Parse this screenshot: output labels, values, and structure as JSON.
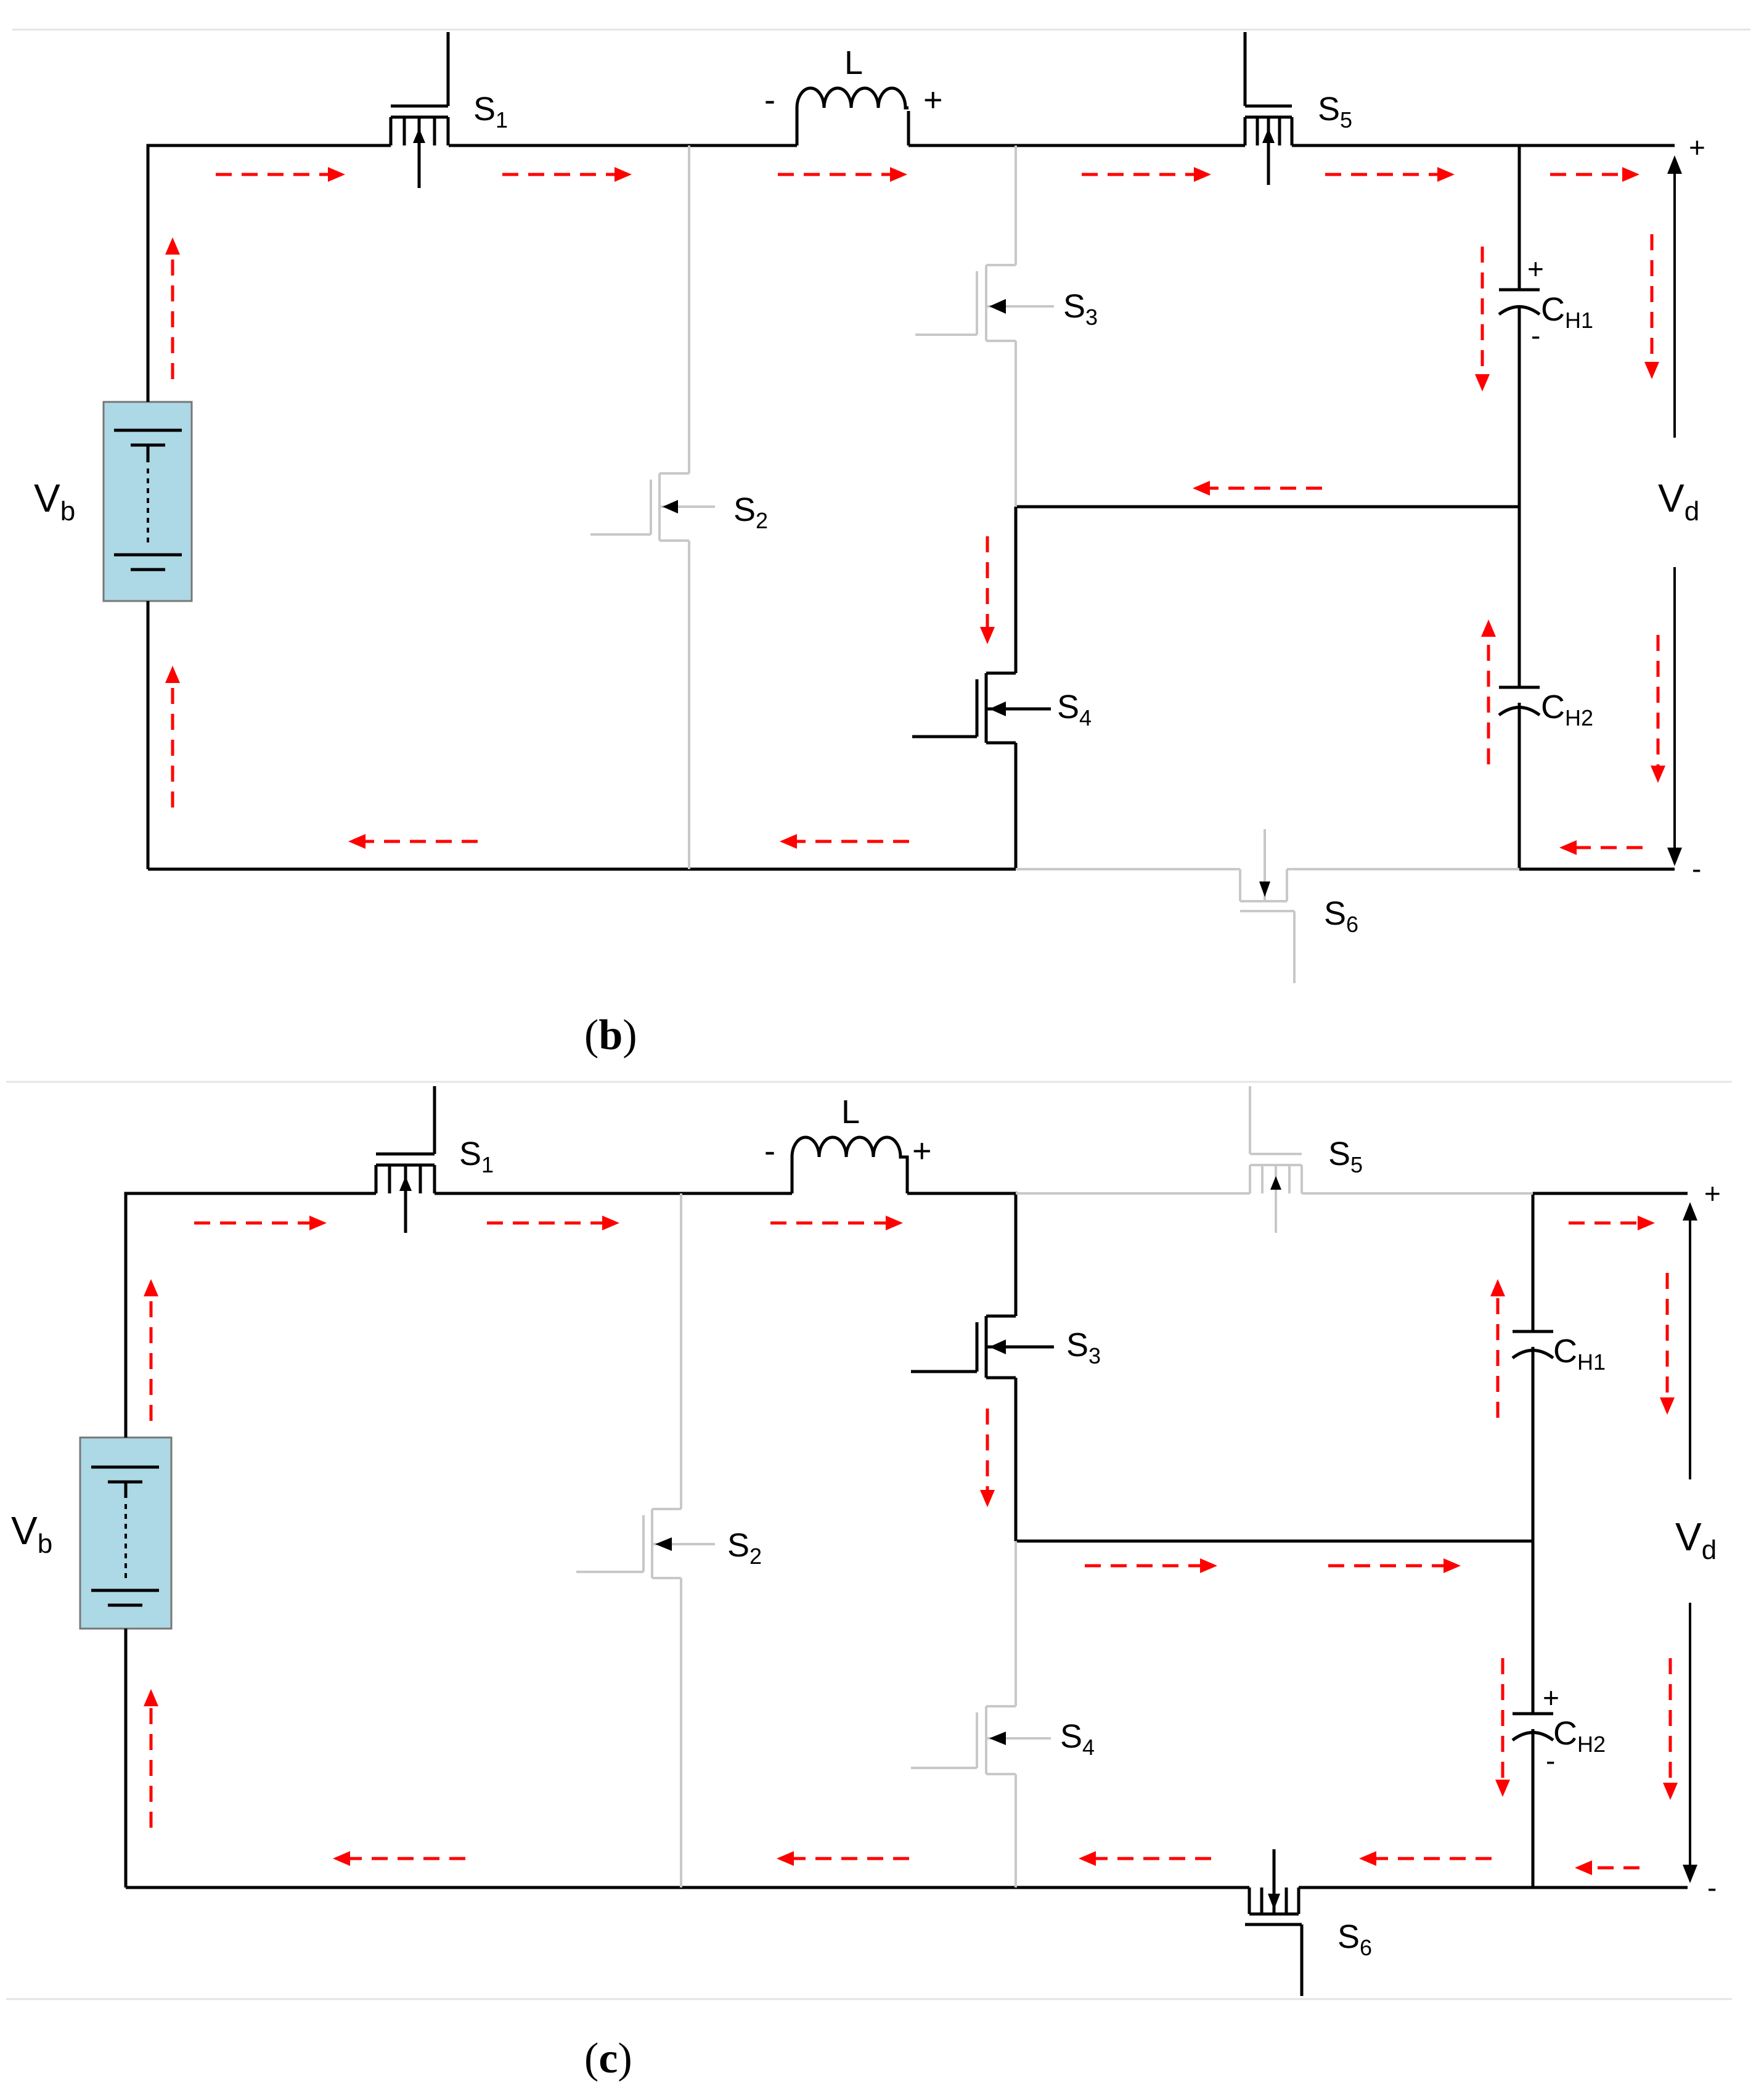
{
  "colors": {
    "active": "#000000",
    "inactive": "#c8c8c8",
    "flow": "#ff0000",
    "battery_fill": "#add8e6"
  },
  "panel_b": {
    "caption_letter": "b",
    "labels": {
      "s1": "S",
      "s1_sub": "1",
      "s2": "S",
      "s2_sub": "2",
      "s3": "S",
      "s3_sub": "3",
      "s4": "S",
      "s4_sub": "4",
      "s5": "S",
      "s5_sub": "5",
      "s6": "S",
      "s6_sub": "6",
      "inductor": "L",
      "ind_minus": "-",
      "ind_plus": "+",
      "vb": "V",
      "vb_sub": "b",
      "vd": "V",
      "vd_sub": "d",
      "ch1": "C",
      "ch1_sub": "H1",
      "ch2": "C",
      "ch2_sub": "H2",
      "ch1_plus": "+",
      "ch1_minus": "-",
      "out_plus": "+",
      "out_minus": "-"
    },
    "switch_states": {
      "S1": "on",
      "S2": "off",
      "S3": "off",
      "S4": "on",
      "S5": "on",
      "S6": "off"
    }
  },
  "panel_c": {
    "caption_letter": "c",
    "labels": {
      "s1": "S",
      "s1_sub": "1",
      "s2": "S",
      "s2_sub": "2",
      "s3": "S",
      "s3_sub": "3",
      "s4": "S",
      "s4_sub": "4",
      "s5": "S",
      "s5_sub": "5",
      "s6": "S",
      "s6_sub": "6",
      "inductor": "L",
      "ind_minus": "-",
      "ind_plus": "+",
      "vb": "V",
      "vb_sub": "b",
      "vd": "V",
      "vd_sub": "d",
      "ch1": "C",
      "ch1_sub": "H1",
      "ch2": "C",
      "ch2_sub": "H2",
      "ch2_plus": "+",
      "ch2_minus": "-",
      "out_plus": "+",
      "out_minus": "-"
    },
    "switch_states": {
      "S1": "on",
      "S2": "off",
      "S3": "on",
      "S4": "off",
      "S5": "off",
      "S6": "on"
    }
  }
}
